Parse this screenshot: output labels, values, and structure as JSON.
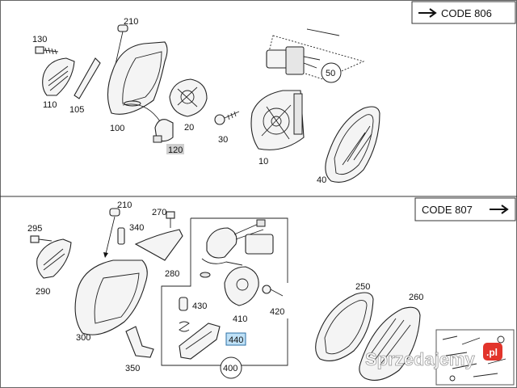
{
  "diagram": {
    "code_top": "CODE  806",
    "code_bottom": "CODE  807",
    "top_labels": {
      "p210": "210",
      "p130": "130",
      "p110": "110",
      "p105": "105",
      "p100": "100",
      "p120": "120",
      "p20": "20",
      "p30": "30",
      "p10": "10",
      "p50": "50",
      "p40": "40"
    },
    "bottom_labels": {
      "p210": "210",
      "p270": "270",
      "p340": "340",
      "p295": "295",
      "p290": "290",
      "p280": "280",
      "p300": "300",
      "p350": "350",
      "p430": "430",
      "p440": "440",
      "p400": "400",
      "p410": "410",
      "p420": "420",
      "p250": "250",
      "p260": "260"
    },
    "watermark": {
      "text": "Sprzedajemy",
      "badge": ".pl"
    },
    "colors": {
      "highlight_gray": "#cfcfcf",
      "highlight_blue": "#bfe1f7",
      "badge_red": "#e2342b"
    }
  }
}
